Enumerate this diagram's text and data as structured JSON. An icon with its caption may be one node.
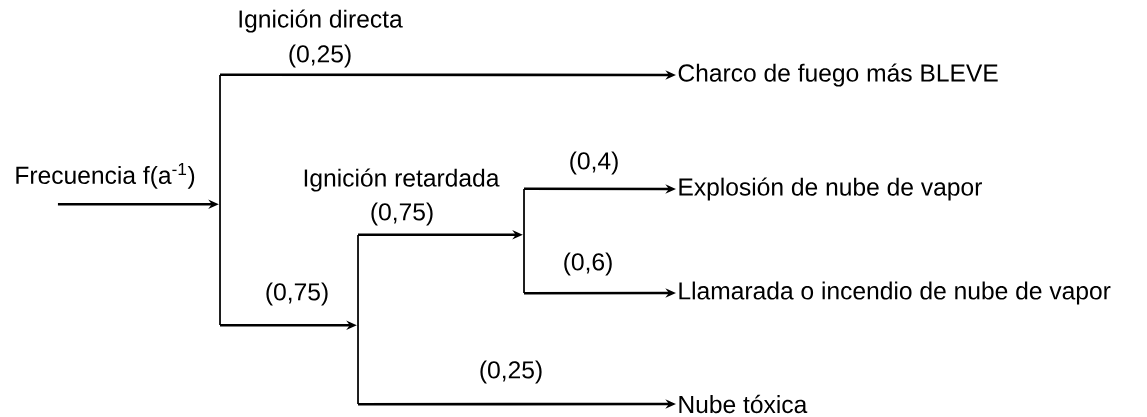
{
  "diagram": {
    "nodes": [
      {
        "text": [
          "Frecuencia f(a$^{-1}$)"
        ]
      },
      {
        "text": [],
        "shape": "bar"
      },
      {
        "text": [
          "Charco de fuego más BLEVE"
        ]
      },
      {
        "text": [],
        "shape": "bar"
      },
      {
        "text": [],
        "shape": "bar"
      },
      {
        "text": [
          "Explosión de nube de vapor"
        ]
      },
      {
        "text": [
          "Llamarada o incendio de nube de vapor"
        ]
      },
      {
        "text": [
          "Nube tóxica"
        ]
      }
    ],
    "edges": [
      {
        "from": 0,
        "to": 1,
        "arrow": "to"
      },
      {
        "from": 1,
        "to": 2,
        "arrow": "to",
        "label": "(0,25)"
      },
      {
        "from": 1,
        "to": 3,
        "arrow": "to",
        "label": "(0,75)"
      },
      {
        "from": 3,
        "to": 4,
        "arrow": "to",
        "label": "(0,75)"
      },
      {
        "from": 4,
        "to": 5,
        "arrow": "to",
        "label": "(0,4)"
      },
      {
        "from": 4,
        "to": 6,
        "arrow": "to",
        "label": "(0,6)"
      },
      {
        "from": 3,
        "to": 7,
        "arrow": "to",
        "label": "(0,25)"
      }
    ],
    "labels": [
      "Ignición directa",
      "Ignición retardada"
    ]
  }
}
